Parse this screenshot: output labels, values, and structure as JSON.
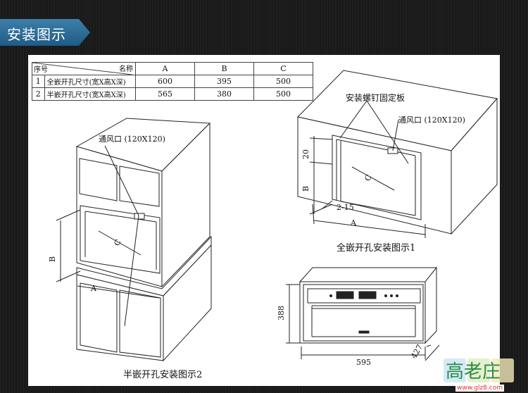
{
  "header": {
    "title": "安装图示"
  },
  "spec_table": {
    "header_left": "序号",
    "header_right": "名称",
    "columns": [
      "A",
      "B",
      "C"
    ],
    "rows": [
      {
        "index": "1",
        "label": "全嵌开孔尺寸(宽X高X深)",
        "values": [
          "600",
          "395",
          "500"
        ]
      },
      {
        "index": "2",
        "label": "半嵌开孔尺寸(宽X高X深)",
        "values": [
          "565",
          "380",
          "500"
        ]
      }
    ]
  },
  "diagram_full": {
    "caption": "全嵌开孔安装图示1",
    "label_bracket": "安装螺钉固定板",
    "label_vent": "通风口 (120X120)",
    "dim_20": "20",
    "dim_b": "B",
    "dim_c": "C",
    "dim_a": "A",
    "dim_gap": "2-15"
  },
  "diagram_half": {
    "caption": "半嵌开孔安装图示2",
    "label_vent": "通风口 (120X120)",
    "dim_b": "B",
    "dim_c": "C",
    "dim_a": "A"
  },
  "diagram_oven": {
    "dim_height": "388",
    "dim_width": "595",
    "dim_depth": "427"
  },
  "watermark": {
    "text": "高老庄",
    "url": "www.glz8.com"
  }
}
